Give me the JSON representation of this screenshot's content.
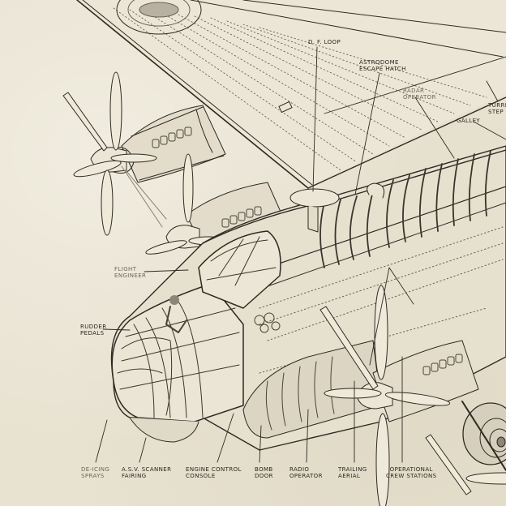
{
  "illustration": {
    "title": "Aircraft cutaway diagram",
    "background_color": "#e8e2d1",
    "ink_color": "#2a2620"
  },
  "labels": {
    "df_loop": "D. F. LOOP",
    "astrodome_escape_hatch": "ASTRODOME\nESCAPE HATCH",
    "radar_operator": "RADAR\nOPERATOR",
    "turret_step": "TURRE\nSTEP",
    "galley": "GALLEY",
    "flight_engineer": "FLIGHT\nENGINEER",
    "rudder_pedals": "RUDDER\nPEDALS",
    "deicing_sprays": "DE-ICING\nSPRAYS",
    "asv_scanner_fairing": "A.S.V. SCANNER\nFAIRING",
    "engine_control_console": "ENGINE CONTROL\nCONSOLE",
    "bomb_door": "BOMB\nDOOR",
    "radio_operator": "RADIO\nOPERATOR",
    "trailing_aerial": "TRAILING\nAERIAL",
    "operational_crew_stations": "OPERATIONAL\nCREW STATIONS"
  }
}
